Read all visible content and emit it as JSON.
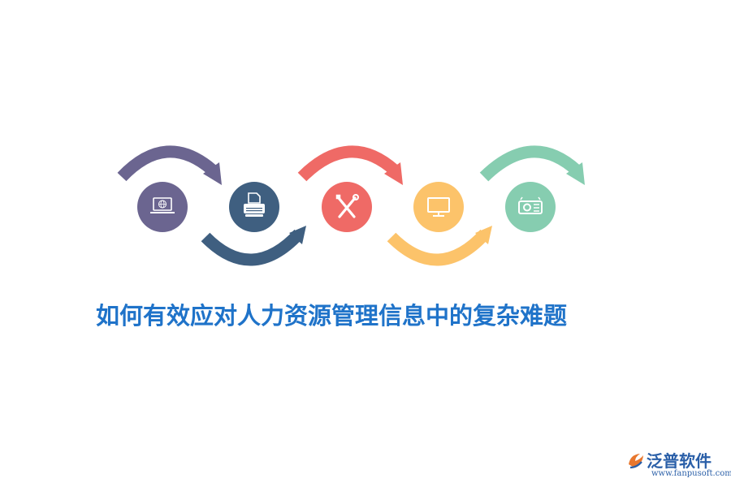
{
  "title": "如何有效应对人力资源管理信息中的复杂难题",
  "steps": [
    {
      "icon": "laptop-globe-icon",
      "color": "#6b6590"
    },
    {
      "icon": "typewriter-icon",
      "color": "#3f5f80"
    },
    {
      "icon": "tools-icon",
      "color": "#ef6a66"
    },
    {
      "icon": "monitor-icon",
      "color": "#fcc36a"
    },
    {
      "icon": "projector-icon",
      "color": "#86cdb0"
    }
  ],
  "logo": {
    "name": "泛普软件",
    "url": "www.fanpusoft.com"
  }
}
